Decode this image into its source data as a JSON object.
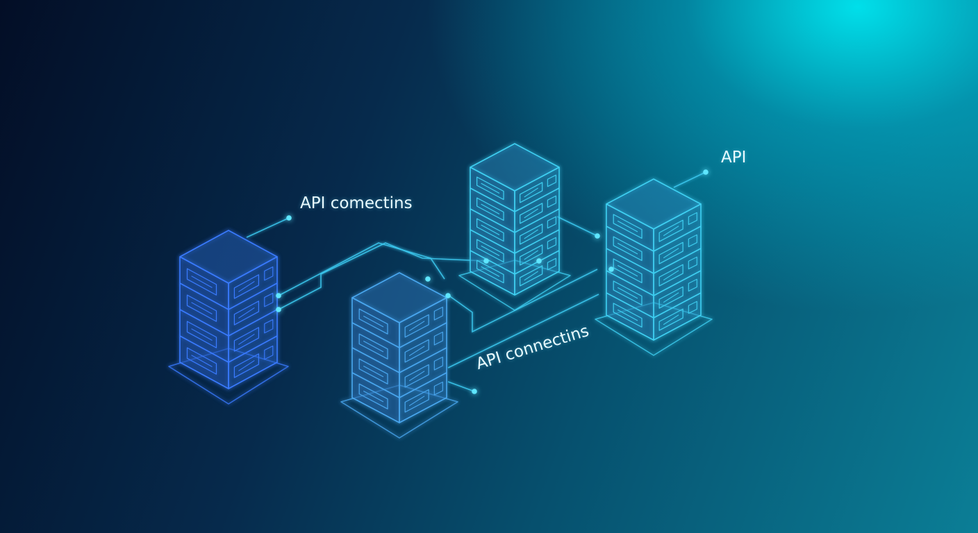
{
  "labels": {
    "api_top": "API",
    "api_left": "API comectins",
    "api_bottom": "API connectins"
  },
  "colors": {
    "server_blue": "#3a7bff",
    "server_cyan": "#3fd0f2",
    "server_mid": "#4aa8f0",
    "connector": "#3cc8ee",
    "dot": "#5fe6ff"
  },
  "servers": [
    {
      "name": "server-stack-left",
      "color": "server_blue"
    },
    {
      "name": "server-stack-center",
      "color": "server_mid"
    },
    {
      "name": "server-stack-top",
      "color": "server_cyan"
    },
    {
      "name": "server-stack-right",
      "color": "server_cyan"
    }
  ]
}
